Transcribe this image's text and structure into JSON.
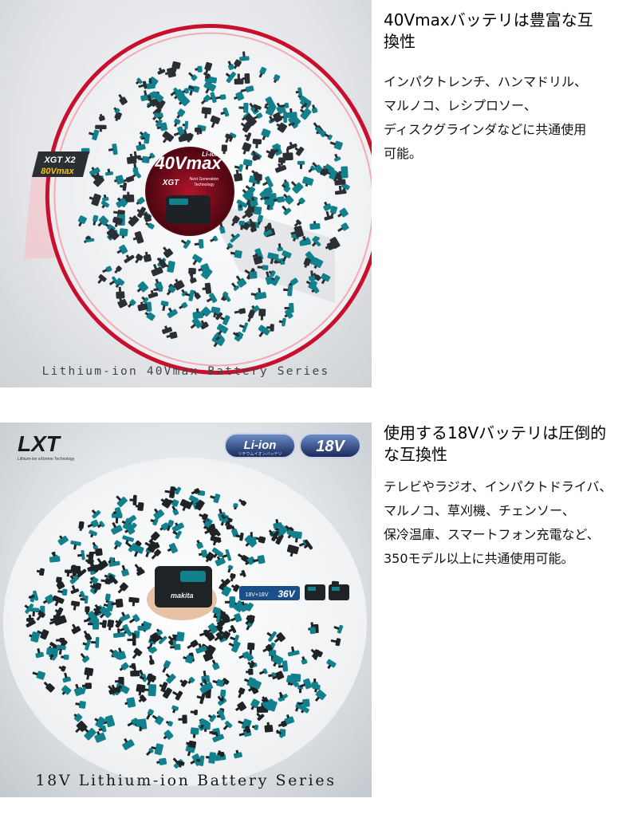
{
  "section_40v": {
    "image": {
      "series_label": "Lithium-ion 40Vmax Battery Series",
      "badge_xgt_x2_top": "XGT X2",
      "badge_xgt_x2_bottom": "80Vmax",
      "badge_40v_main": "40Vmax",
      "badge_40v_liion": "Li-ion",
      "badge_40v_xgt": "XGT",
      "badge_40v_tag1": "Next Generation",
      "badge_40v_tag2": "Technology",
      "colors": {
        "ring": "#c8102e",
        "tool": "#13818d",
        "dark": "#2b2f33"
      }
    },
    "heading_lines": [
      "40Vmaxバッテリは豊富な互",
      "換性"
    ],
    "description_lines": [
      "インパクトレンチ、ハンマドリル、",
      "マルノコ、レシプロソー、",
      "ディスクグラインダなどに共通使用",
      "可能。"
    ]
  },
  "section_18v": {
    "image": {
      "series_label": "18V Lithium-ion Battery Series",
      "logo_lxt": "LXT",
      "logo_lxt_sub": "Lithium-ion eXtreme Technology",
      "badge_liion": "Li-ion",
      "badge_liion_sub": "リチウムイオンバッテリ",
      "badge_18v": "18V",
      "badge_36v": "36V",
      "badge_18_plus_18": "18V+18V",
      "battery_brand": "makita",
      "colors": {
        "tool": "#13818d",
        "dark": "#1f2326",
        "badge": "#1b2f5e"
      }
    },
    "heading_lines": [
      "使用する18Vバッテリは圧倒的",
      "な互換性"
    ],
    "description_lines": [
      "テレビやラジオ、インパクトドライバ、",
      "マルノコ、草刈機、チェンソー、",
      "保冷温庫、スマートフォン充電など、",
      "350モデル以上に共通使用可能。"
    ]
  }
}
